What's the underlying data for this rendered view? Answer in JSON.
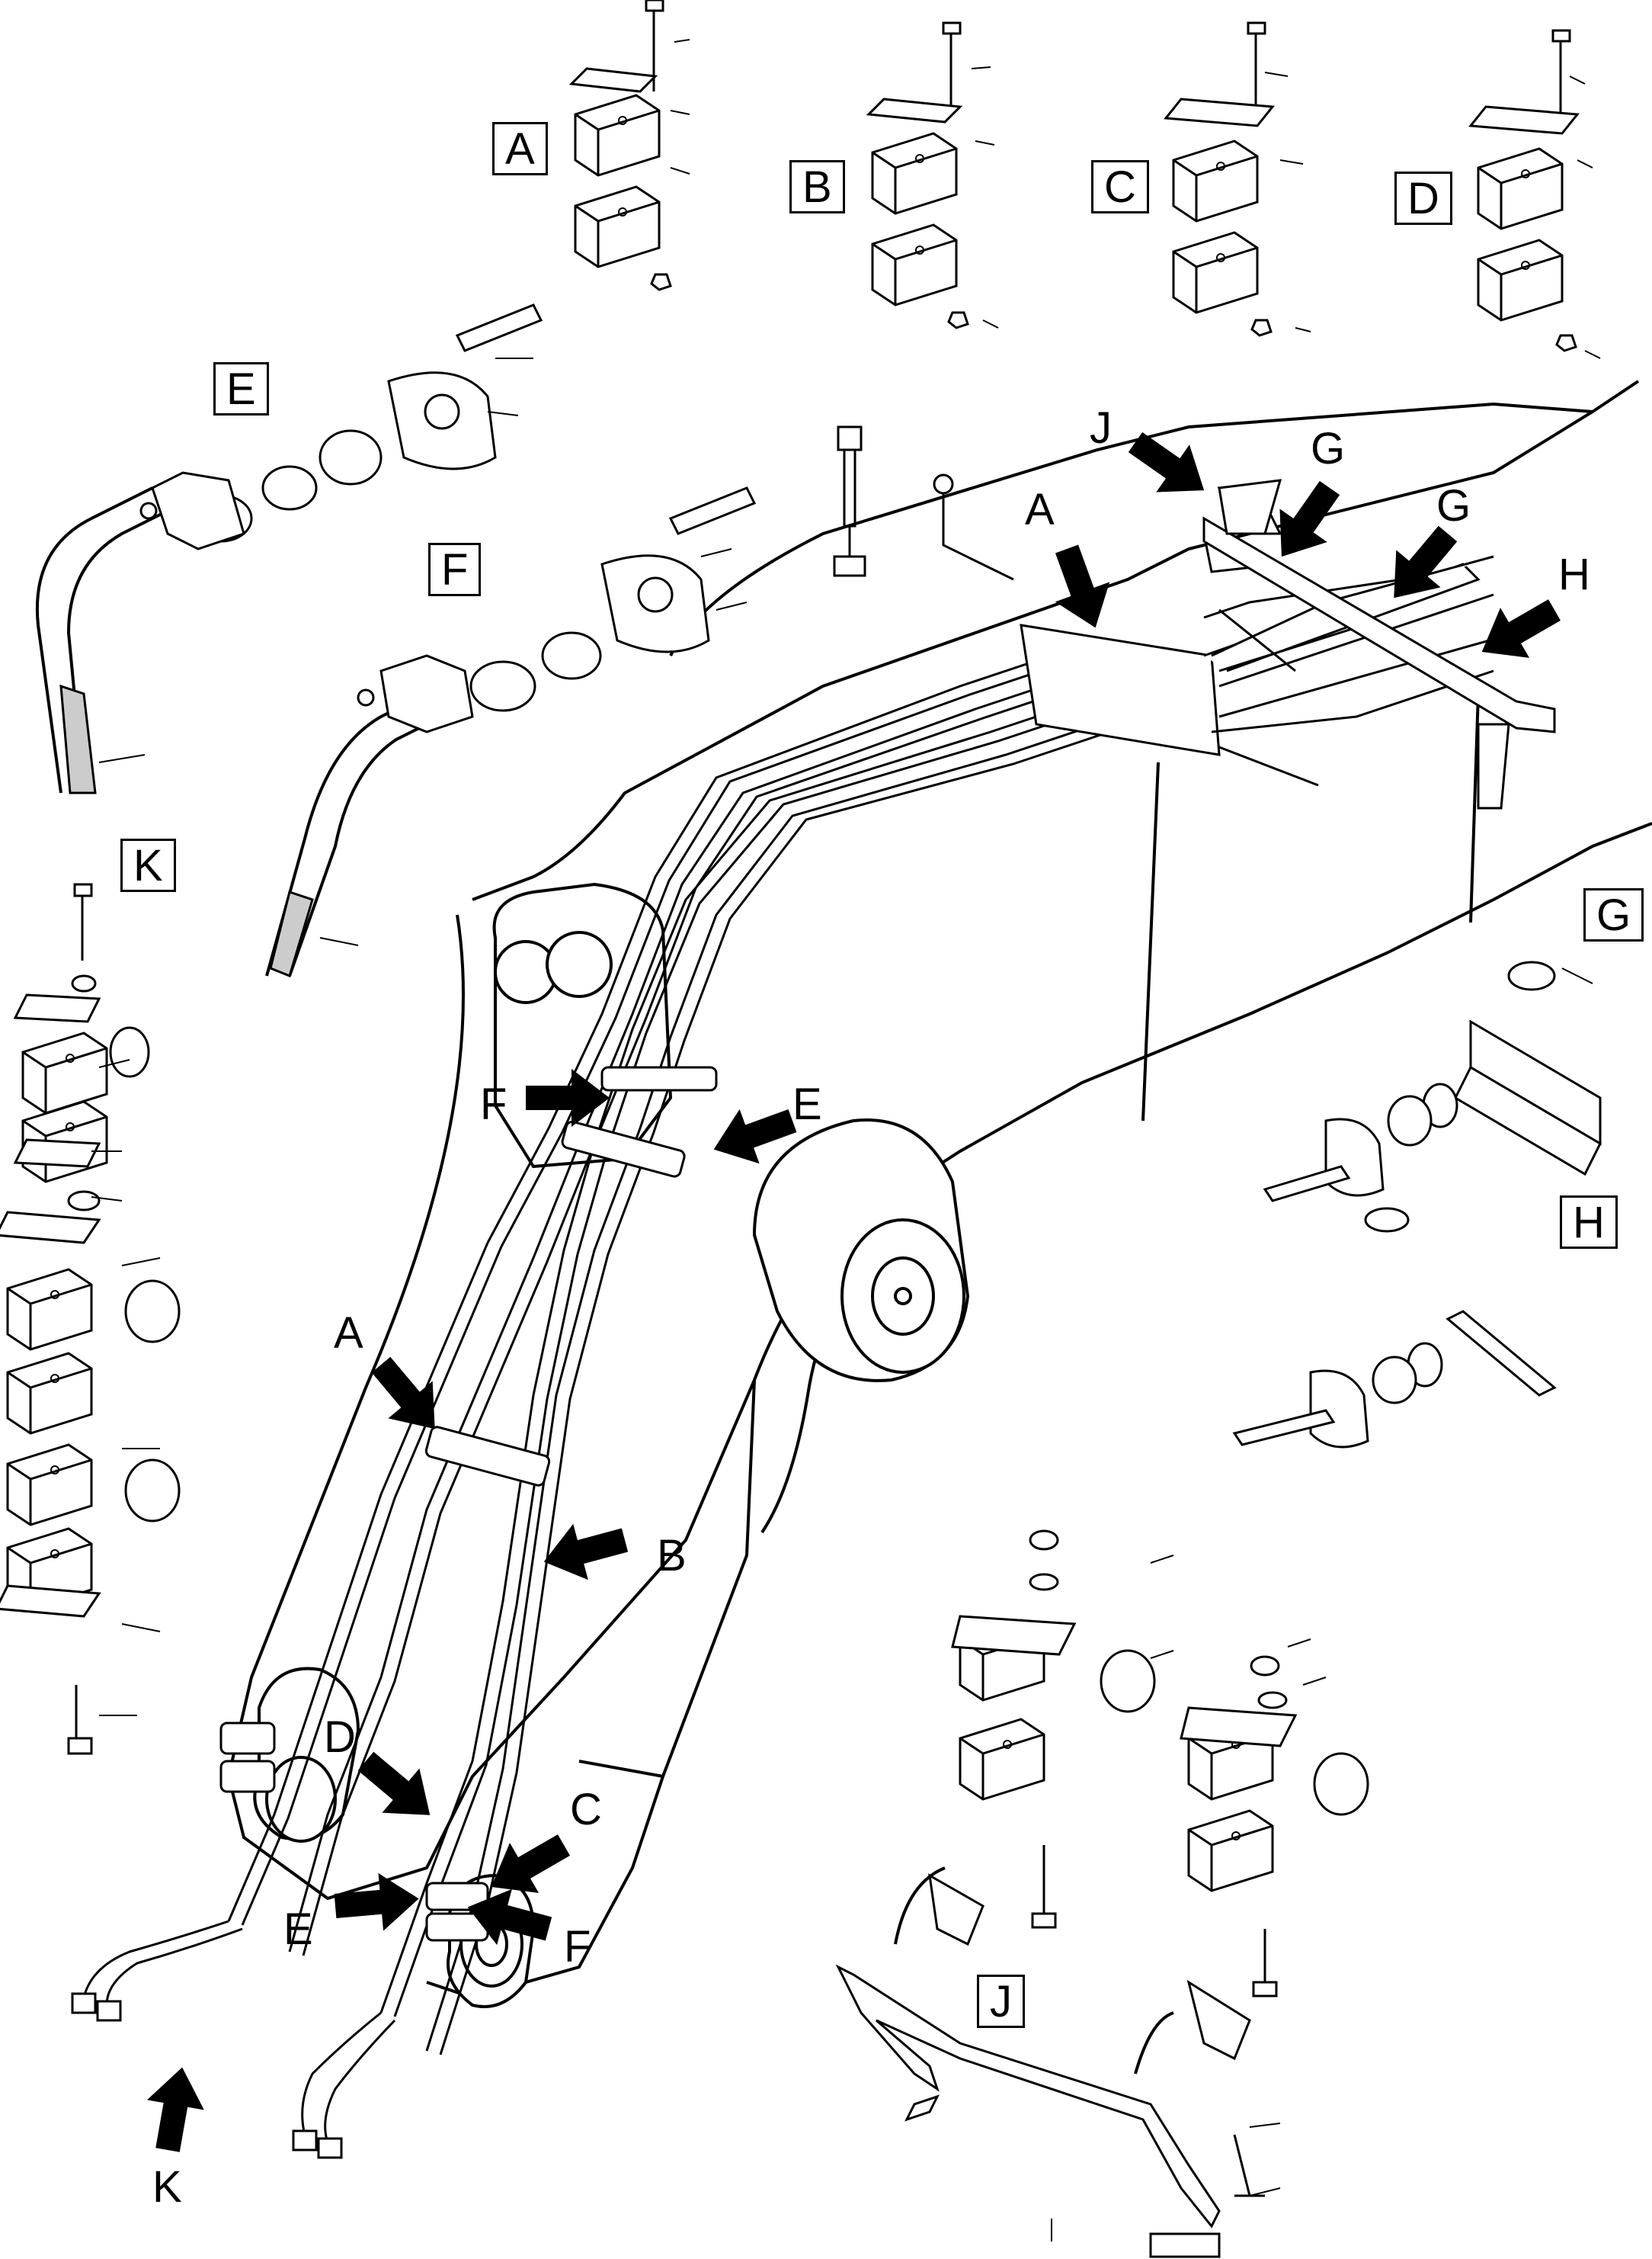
{
  "labels": {
    "detail_a": "A",
    "detail_b": "B",
    "detail_c": "C",
    "detail_d": "D",
    "detail_e": "E",
    "detail_f": "F",
    "detail_g": "G",
    "detail_h": "H",
    "detail_j": "J",
    "detail_k": "K",
    "arrow_j_top": "J",
    "arrow_g1_top": "G",
    "arrow_g2_top": "G",
    "arrow_h_top": "H",
    "arrow_a_top": "A",
    "arrow_f_mid": "F",
    "arrow_e_mid": "E",
    "arrow_a_low": "A",
    "arrow_b_low": "B",
    "arrow_d_low": "D",
    "arrow_c_low": "C",
    "arrow_e_low": "E",
    "arrow_f_low": "F",
    "arrow_k_low": "K"
  },
  "colors": {
    "line": "#000000",
    "hose_fill": "#cfcfcf",
    "background": "#ffffff"
  }
}
